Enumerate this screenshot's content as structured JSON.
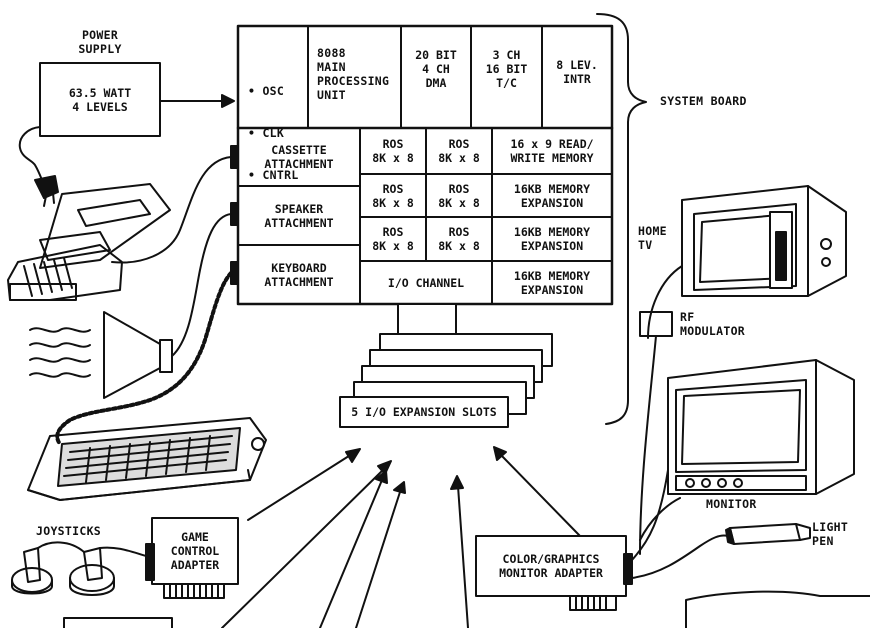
{
  "power_supply": {
    "heading": "POWER\nSUPPLY",
    "spec": "63.5 WATT\n4 LEVELS"
  },
  "system_board": {
    "label": "SYSTEM BOARD",
    "osc_items": [
      "OSC",
      "CLK",
      "CNTRL"
    ],
    "processor": "8088\nMAIN\nPROCESSING\nUNIT",
    "dma": "20 BIT\n4 CH\nDMA",
    "timer": "3 CH\n16 BIT\nT/C",
    "interrupt": "8 LEV.\nINTR",
    "cassette": "CASSETTE\nATTACHMENT",
    "speaker": "SPEAKER\nATTACHMENT",
    "keyboard": "KEYBOARD\nATTACHMENT",
    "rom_blocks": [
      "ROS\n8K x 8",
      "ROS\n8K x 8",
      "ROS\n8K x 8",
      "ROS\n8K x 8",
      "ROS\n8K x 8",
      "ROS\n8K x 8"
    ],
    "read_write_memory": "16 x 9 READ/\nWRITE MEMORY",
    "memory_expansions": [
      "16KB MEMORY\nEXPANSION",
      "16KB MEMORY\nEXPANSION",
      "16KB MEMORY\nEXPANSION"
    ],
    "io_channel": "I/O CHANNEL"
  },
  "expansion_slots": "5 I/O EXPANSION SLOTS",
  "joysticks": "JOYSTICKS",
  "game_control_adapter": "GAME\nCONTROL\nADAPTER",
  "color_graphics_adapter": "COLOR/GRAPHICS\nMONITOR ADAPTER",
  "home_tv": "HOME\nTV",
  "rf_modulator": "RF\nMODULATOR",
  "monitor": "MONITOR",
  "light_pen": "LIGHT\nPEN"
}
